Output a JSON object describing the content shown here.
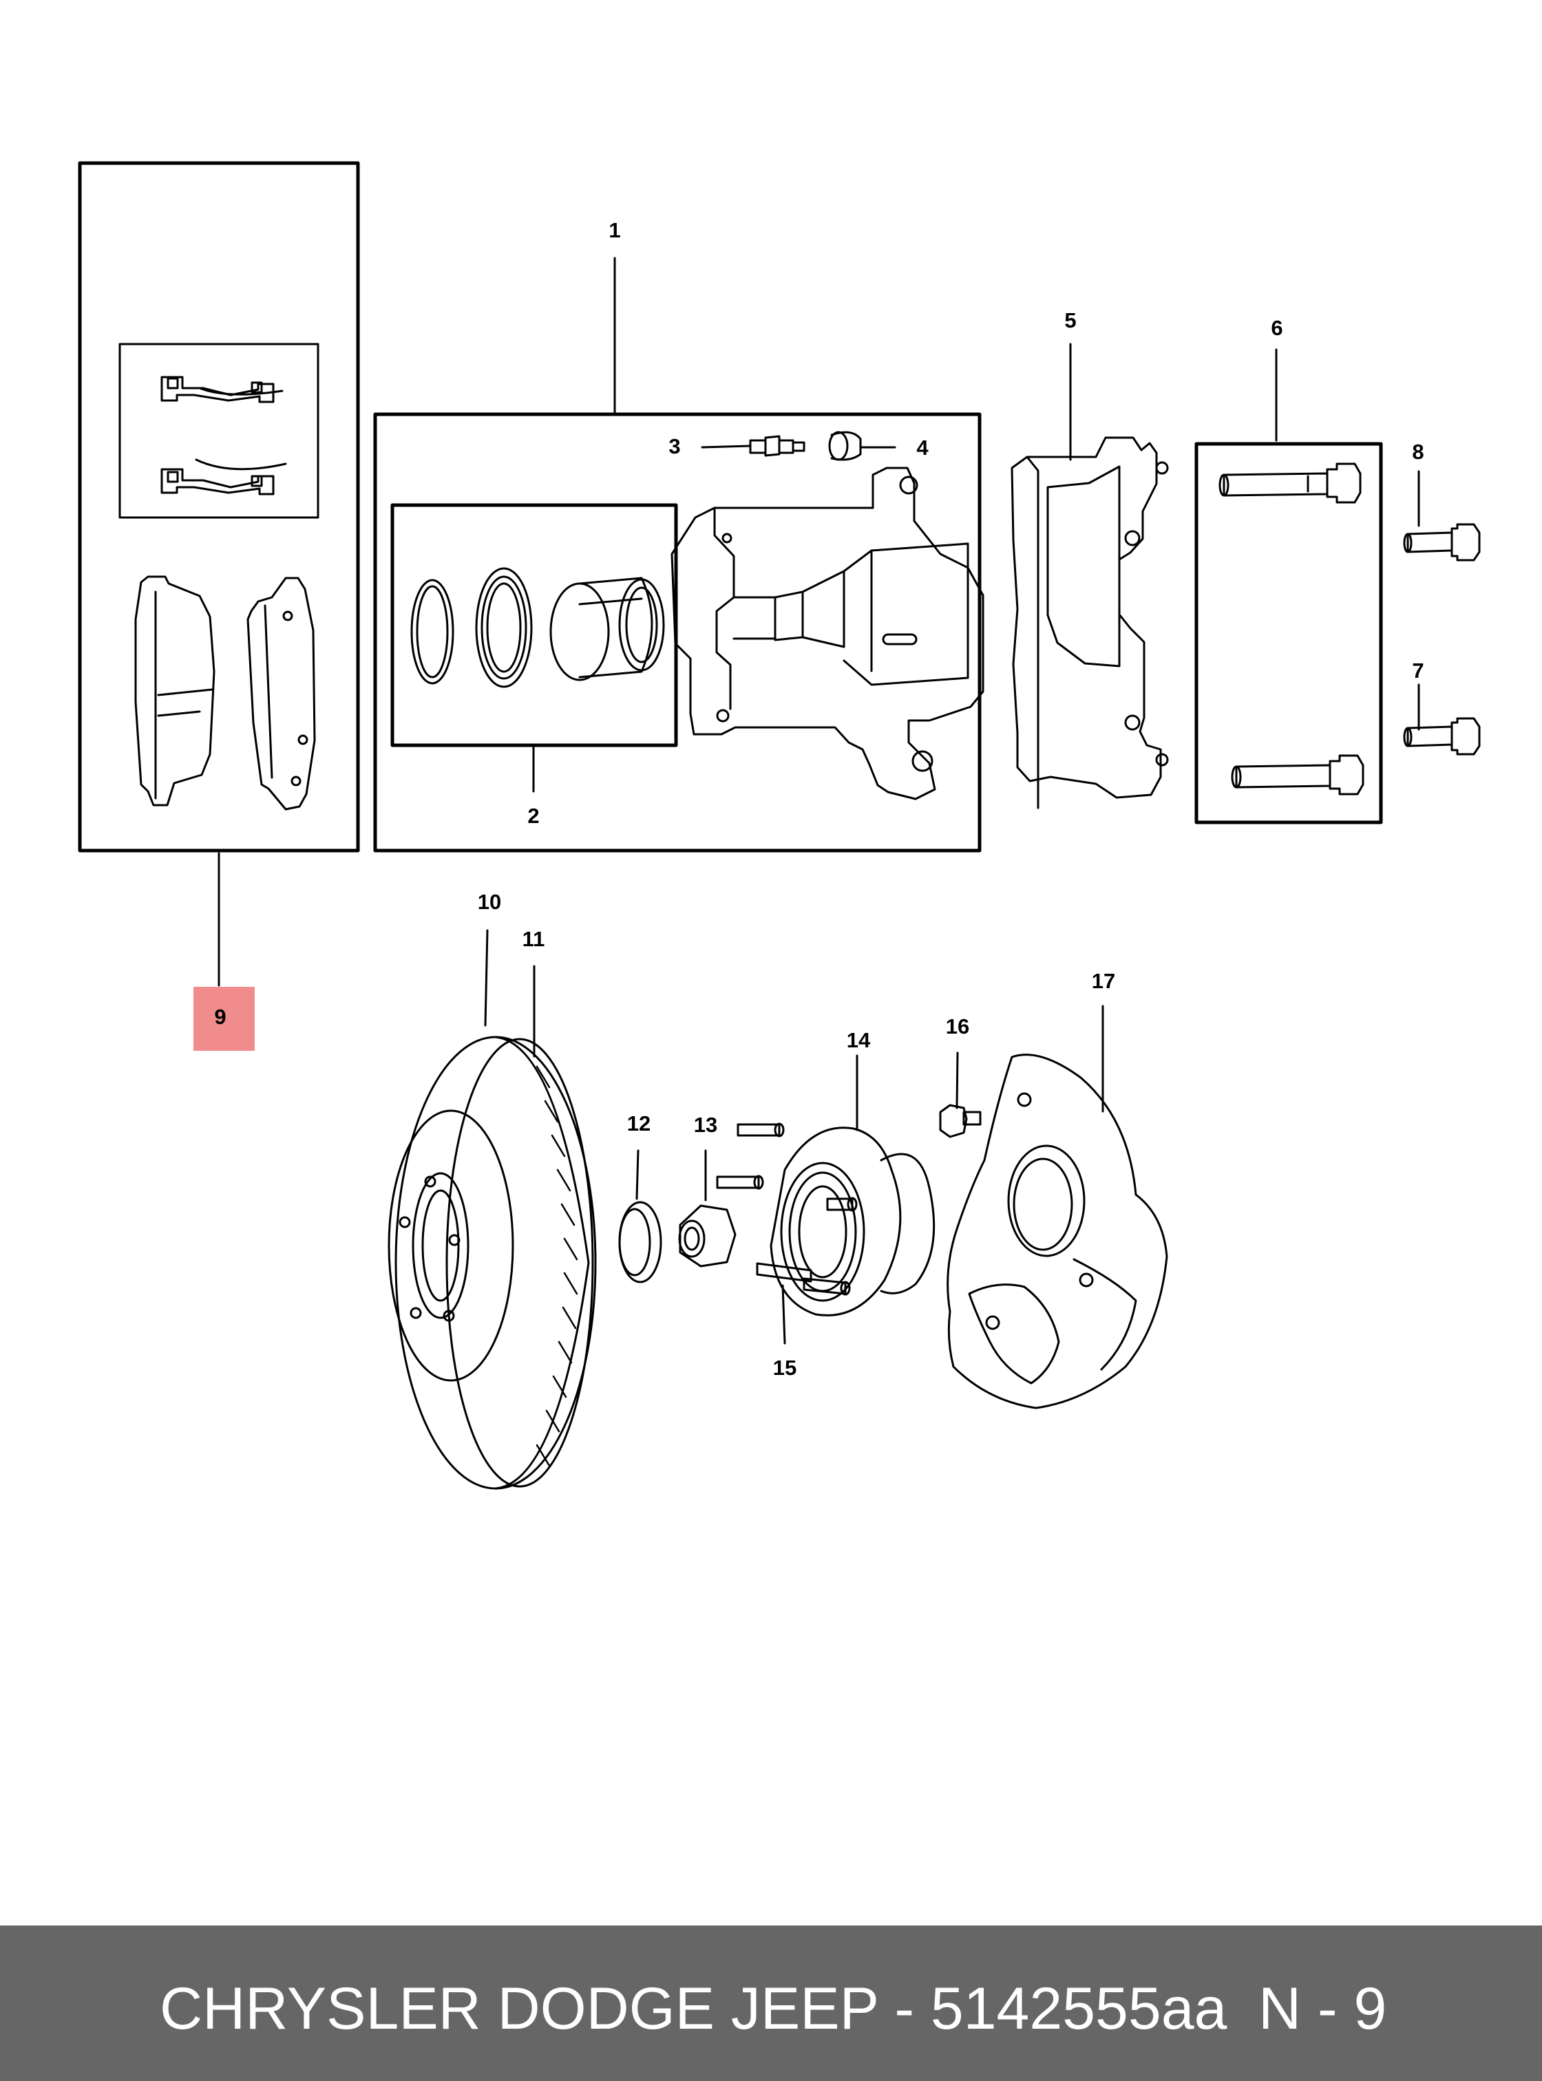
{
  "diagram": {
    "callouts": {
      "c1": "1",
      "c2": "2",
      "c3": "3",
      "c4": "4",
      "c5": "5",
      "c6": "6",
      "c7": "7",
      "c8": "8",
      "c9": "9",
      "c10": "10",
      "c11": "11",
      "c12": "12",
      "c13": "13",
      "c14": "14",
      "c15": "15",
      "c16": "16",
      "c17": "17"
    },
    "highlight_color": "#f08c8c"
  },
  "footer": {
    "title": "CHRYSLER DODGE JEEP - 5142555aa",
    "code": "N - 9"
  },
  "colors": {
    "footer_bg": "#666666",
    "footer_text": "#ffffff",
    "line": "#000000"
  }
}
